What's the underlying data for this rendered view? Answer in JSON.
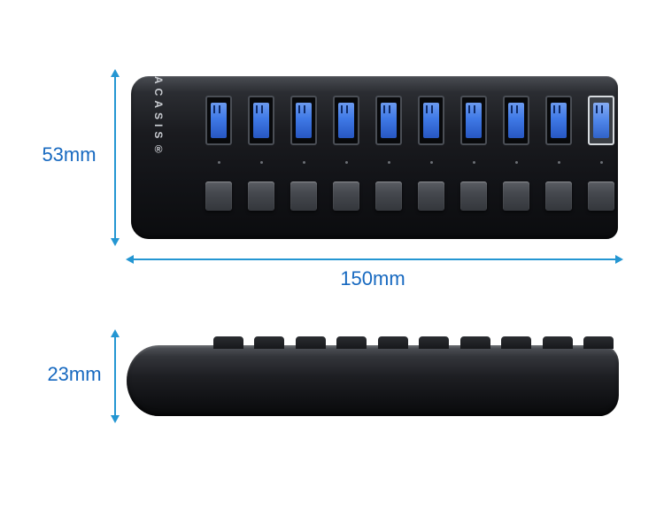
{
  "canvas": {
    "background": "#ffffff"
  },
  "colors": {
    "dimension_text": "#1769c0",
    "dimension_arrow": "#2496d2",
    "usb_blue": "#3f79e6",
    "body_black": "#15161a"
  },
  "dimensions": {
    "height": "53mm",
    "width": "150mm",
    "depth": "23mm"
  },
  "front_view": {
    "brand": "ACASIS®",
    "port_count": 10,
    "led_count": 10,
    "button_count": 10
  },
  "side_view": {
    "bump_count": 10
  }
}
